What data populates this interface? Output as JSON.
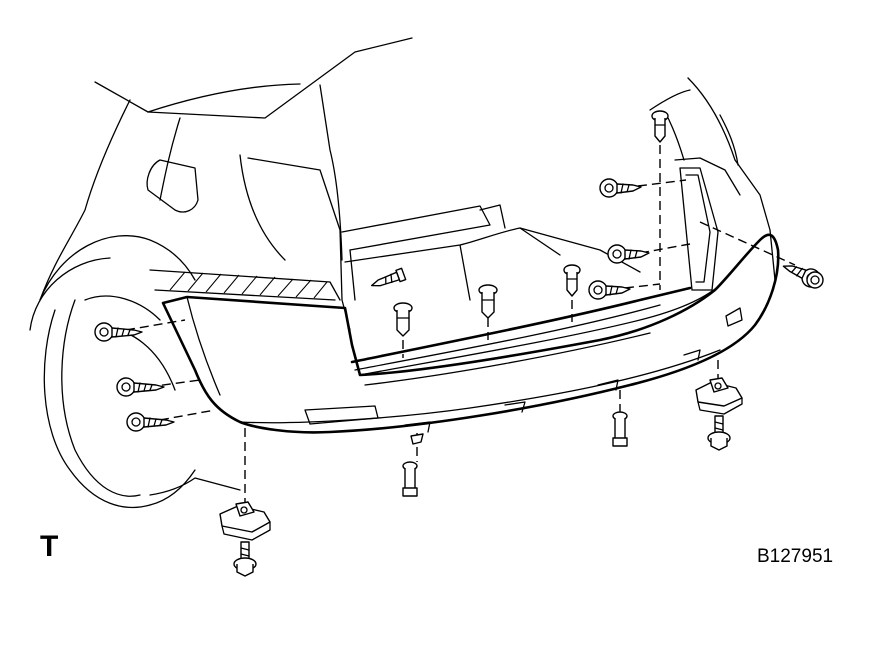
{
  "labels": {
    "view_letter": "T",
    "figure_code": "B127951"
  },
  "parts": {
    "screws": 8,
    "clips": 7,
    "bolts": 3,
    "retainers": 2
  }
}
